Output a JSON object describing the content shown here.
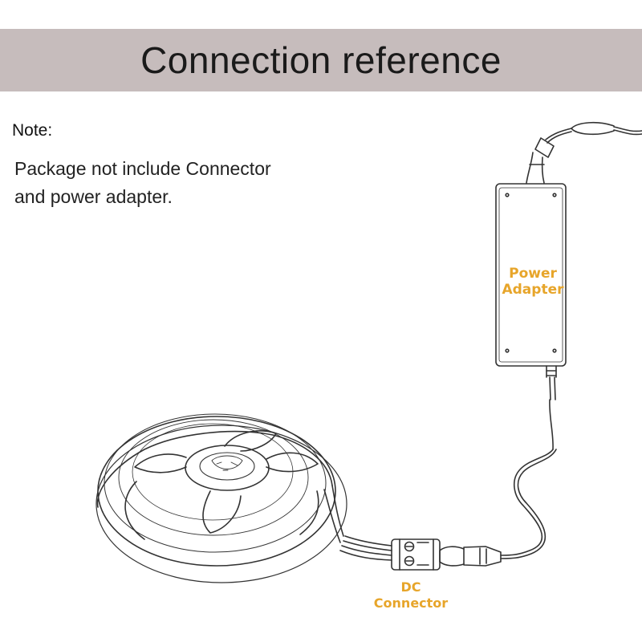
{
  "header": {
    "title": "Connection reference"
  },
  "note": {
    "title": "Note:",
    "lines": [
      "Package not include Connector",
      "and power adapter."
    ]
  },
  "labels": {
    "power_adapter": [
      "Power",
      "Adapter"
    ],
    "dc_connector": [
      "DC",
      "Connector"
    ]
  },
  "colors": {
    "header_background": "#c6bcbc",
    "label_color": "#e7a52a",
    "line_color": "#333333"
  }
}
